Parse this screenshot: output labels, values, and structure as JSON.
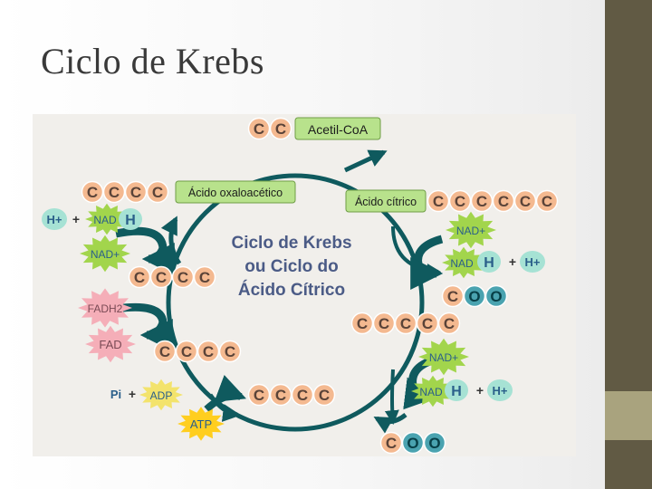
{
  "title": "Ciclo de Krebs",
  "center_title": [
    "Ciclo de Krebs",
    "ou Ciclo do",
    "Ácido Cítrico"
  ],
  "acetyl": {
    "atoms": [
      "C",
      "C"
    ],
    "label": "Acetil-CoA"
  },
  "oxaloacetate": {
    "atoms": [
      "C",
      "C",
      "C",
      "C"
    ],
    "label": "Ácido oxaloacético"
  },
  "citric": {
    "atoms": [
      "C",
      "C",
      "C",
      "C",
      "C",
      "C"
    ],
    "label": "Ácido cítrico"
  },
  "five_carbon": {
    "atoms": [
      "C",
      "C",
      "C",
      "C",
      "C"
    ]
  },
  "four_carbon_a": {
    "atoms": [
      "C",
      "C",
      "C",
      "C"
    ]
  },
  "four_carbon_b": {
    "atoms": [
      "C",
      "C",
      "C",
      "C"
    ]
  },
  "four_carbon_c": {
    "atoms": [
      "C",
      "C",
      "C",
      "C"
    ]
  },
  "co2_a": {
    "atoms": [
      "C",
      "O",
      "O"
    ]
  },
  "co2_b": {
    "atoms": [
      "C",
      "O",
      "O"
    ]
  },
  "nad_plus": "NAD+",
  "nad": "NAD",
  "h": "H",
  "h_plus": "H+",
  "plus": "+",
  "fadh2": "FADH2",
  "fad": "FAD",
  "pi": "Pi",
  "adp": "ADP",
  "atp": "ATP",
  "colors": {
    "carbon": "#f4b990",
    "oxygen": "#4aa3b0",
    "label_bg": "#b8e28c",
    "nad_star": "#a2d54c",
    "fad_star": "#f5aeb8",
    "adp_star": "#f3e36c",
    "atp_star": "#ffce1f",
    "h_bubble": "#a6e2d4",
    "arrow": "#0f5a5e",
    "panel": "#f1efeb"
  }
}
